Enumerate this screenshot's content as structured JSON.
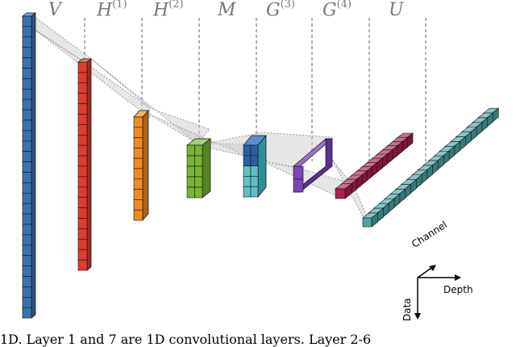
{
  "labels": [
    {
      "key": "V",
      "base": "V",
      "sup": ""
    },
    {
      "key": "H1",
      "base": "H",
      "sup": "(1)"
    },
    {
      "key": "H2",
      "base": "H",
      "sup": "(2)"
    },
    {
      "key": "M",
      "base": "M",
      "sup": ""
    },
    {
      "key": "G3",
      "base": "G",
      "sup": "(3)"
    },
    {
      "key": "G4",
      "base": "G",
      "sup": "(4)"
    },
    {
      "key": "U",
      "base": "U",
      "sup": ""
    }
  ],
  "axes": {
    "channel": "Channel",
    "depth": "Depth",
    "data": "Data"
  },
  "caption": "1D. Layer 1 and 7 are 1D convolutional layers. Layer 2-6"
}
